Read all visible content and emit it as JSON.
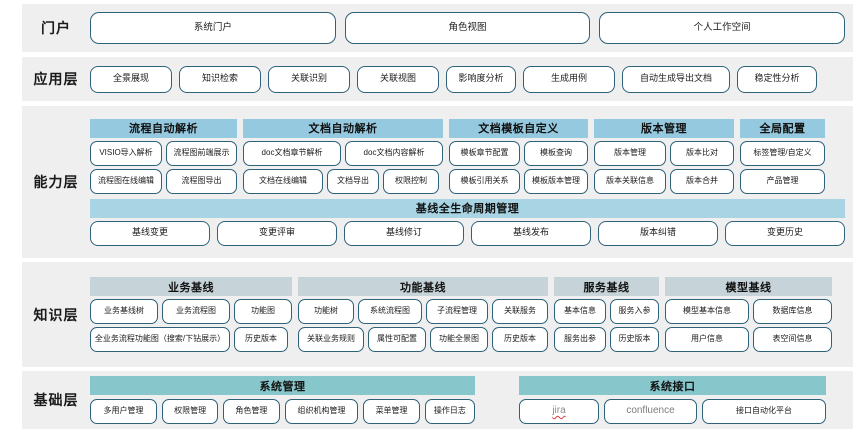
{
  "layers": [
    {
      "id": "portal",
      "label": "门户",
      "items": [
        "系统门户",
        "角色视图",
        "个人工作空间"
      ]
    },
    {
      "id": "app",
      "label": "应用层",
      "items": [
        "全景展现",
        "知识检索",
        "关联识别",
        "关联视图",
        "影响度分析",
        "生成用例",
        "自动生成导出文档",
        "稳定性分析"
      ]
    },
    {
      "id": "cap",
      "label": "能力层",
      "groups": [
        {
          "title": "流程自动解析",
          "rows": [
            [
              "VISIO导入解析",
              "流程图前端展示"
            ],
            [
              "流程图在线编辑",
              "流程图导出"
            ]
          ]
        },
        {
          "title": "文档自动解析",
          "rows": [
            [
              "doc文档章节解析",
              "doc文档内容解析"
            ],
            [
              "文档在线编辑",
              "文档导出",
              "权限控制"
            ]
          ]
        },
        {
          "title": "文档模板自定义",
          "rows": [
            [
              "模板章节配置",
              "模板查询"
            ],
            [
              "模板引用关系",
              "模板版本管理"
            ]
          ]
        },
        {
          "title": "版本管理",
          "rows": [
            [
              "版本管理",
              "版本比对"
            ],
            [
              "版本关联信息",
              "版本合并"
            ]
          ]
        },
        {
          "title": "全局配置",
          "rows": [
            [
              "标签管理/自定义"
            ],
            [
              "产品管理"
            ]
          ]
        }
      ],
      "baseline": {
        "title": "基线全生命周期管理",
        "items": [
          "基线变更",
          "变更评审",
          "基线修订",
          "基线发布",
          "版本纠错",
          "变更历史"
        ]
      }
    },
    {
      "id": "know",
      "label": "知识层",
      "groups": [
        {
          "title": "业务基线",
          "rows": [
            [
              "业务基线树",
              "业务流程图",
              "功能图"
            ],
            [
              "全业务流程功能图（搜索/下钻展示）",
              "历史版本"
            ]
          ]
        },
        {
          "title": "功能基线",
          "rows": [
            [
              "功能树",
              "系统流程图",
              "子流程管理",
              "关联服务"
            ],
            [
              "关联业务规则",
              "属性可配置",
              "功能全景图",
              "历史版本"
            ]
          ]
        },
        {
          "title": "服务基线",
          "rows": [
            [
              "基本信息",
              "服务入参"
            ],
            [
              "服务出参",
              "历史版本"
            ]
          ]
        },
        {
          "title": "模型基线",
          "rows": [
            [
              "模型基本信息",
              "数据库信息"
            ],
            [
              "用户信息",
              "表空间信息"
            ]
          ]
        }
      ]
    },
    {
      "id": "base",
      "label": "基础层",
      "groups": [
        {
          "title": "系统管理",
          "rows": [
            [
              "多用户管理",
              "权限管理",
              "角色管理",
              "组织机构管理",
              "菜单管理",
              "操作日志"
            ]
          ]
        },
        {
          "title": "系统接口",
          "rows": [
            [
              "jira",
              "confluence",
              "接口自动化平台"
            ]
          ]
        }
      ]
    }
  ],
  "colors": {
    "layer_bg": "#efefef",
    "pill_border": "#2d6279",
    "capability_header": "#95c9e0",
    "knowledge_header": "#c6d3d8",
    "base_header": "#87c6cb",
    "baseline_header": "#a8d4e4"
  }
}
